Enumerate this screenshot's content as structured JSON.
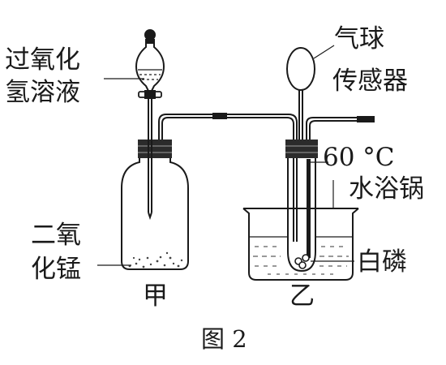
{
  "labels": {
    "hydrogen_peroxide_line1": "过氧化",
    "hydrogen_peroxide_line2": "氢溶液",
    "manganese_dioxide_line1": "二氧",
    "manganese_dioxide_line2": "化锰",
    "balloon": "气球",
    "sensor": "传感器",
    "temperature": "60 °C",
    "water_bath": "水浴锅",
    "white_phosphorus": "白磷",
    "apparatus_a": "甲",
    "apparatus_b": "乙",
    "figure_caption": "图 2"
  }
}
